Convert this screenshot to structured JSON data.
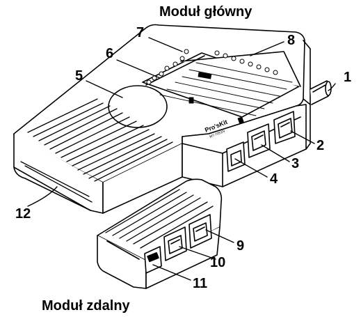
{
  "diagram": {
    "main_title": "Moduł główny",
    "remote_title": "Moduł zdalny",
    "brand": "Pro'sKit",
    "model": "MT-7051N",
    "callouts": {
      "c1": "1",
      "c2": "2",
      "c3": "3",
      "c4": "4",
      "c5": "5",
      "c6": "6",
      "c7": "7",
      "c8": "8",
      "c9": "9",
      "c10": "10",
      "c11": "11",
      "c12": "12"
    }
  }
}
